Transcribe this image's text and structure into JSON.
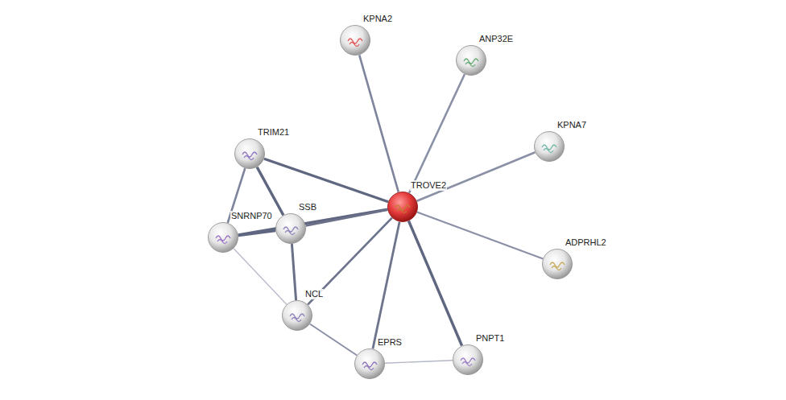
{
  "diagram": {
    "nodes": [
      {
        "text": [
          "KPNA2"
        ]
      },
      {
        "text": [
          "ANP32E"
        ]
      },
      {
        "text": [
          "KPNA7"
        ]
      },
      {
        "text": [
          "TRIM21"
        ]
      },
      {
        "text": [
          "TROVE2"
        ]
      },
      {
        "text": [
          "SNRNP70"
        ]
      },
      {
        "text": [
          "SSB"
        ]
      },
      {
        "text": [
          "ADPRHL2"
        ]
      },
      {
        "text": [
          "NCL"
        ]
      },
      {
        "text": [
          "EPRS"
        ]
      },
      {
        "text": [
          "PNPT1"
        ]
      }
    ],
    "edges": [
      {
        "from": 4,
        "to": 0,
        "arrow": "none"
      },
      {
        "from": 4,
        "to": 1,
        "arrow": "none"
      },
      {
        "from": 4,
        "to": 2,
        "arrow": "none"
      },
      {
        "from": 4,
        "to": 3,
        "arrow": "none"
      },
      {
        "from": 4,
        "to": 5,
        "arrow": "none"
      },
      {
        "from": 4,
        "to": 6,
        "arrow": "none"
      },
      {
        "from": 4,
        "to": 7,
        "arrow": "none"
      },
      {
        "from": 4,
        "to": 8,
        "arrow": "none"
      },
      {
        "from": 4,
        "to": 9,
        "arrow": "none"
      },
      {
        "from": 4,
        "to": 10,
        "arrow": "none"
      },
      {
        "from": 3,
        "to": 6,
        "arrow": "none"
      },
      {
        "from": 3,
        "to": 5,
        "arrow": "none"
      },
      {
        "from": 5,
        "to": 6,
        "arrow": "none"
      },
      {
        "from": 6,
        "to": 8,
        "arrow": "none"
      },
      {
        "from": 5,
        "to": 8,
        "arrow": "none"
      },
      {
        "from": 8,
        "to": 9,
        "arrow": "none"
      },
      {
        "from": 9,
        "to": 10,
        "arrow": "none"
      }
    ]
  }
}
